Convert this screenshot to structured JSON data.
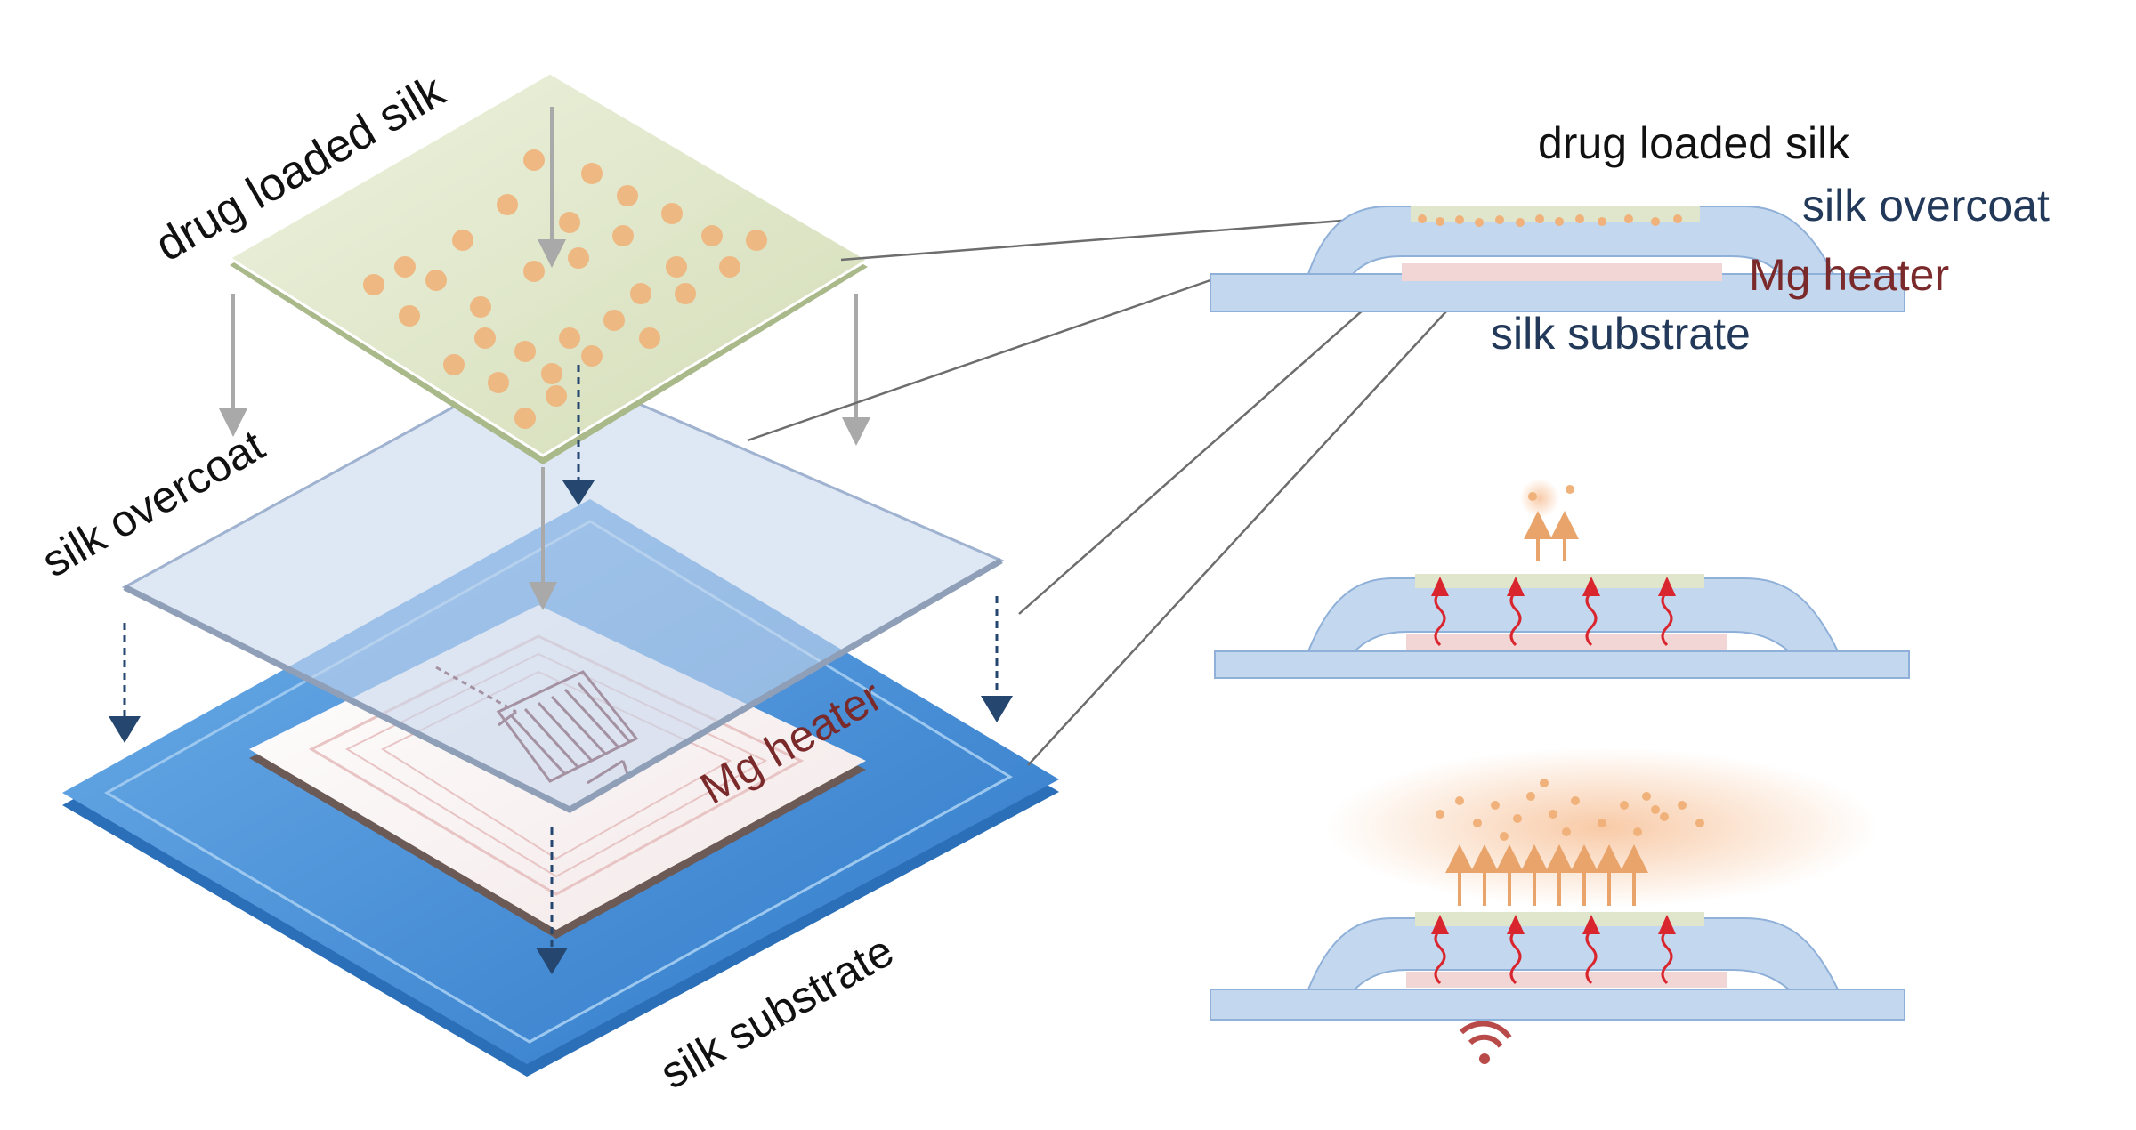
{
  "exploded_view": {
    "labels": {
      "drug_loaded_silk": "drug loaded silk",
      "silk_overcoat": "silk overcoat",
      "mg_heater": "Mg heater",
      "silk_substrate": "silk substrate"
    }
  },
  "cross_section": {
    "labels": {
      "drug_loaded_silk": "drug loaded silk",
      "silk_overcoat": "silk overcoat",
      "mg_heater": "Mg heater",
      "silk_substrate": "silk substrate"
    }
  },
  "colors": {
    "drug_layer": "#dfe6cc",
    "drug_dot": "#f0b27a",
    "overcoat": "#c8d7ec",
    "substrate": "#4a90d9",
    "substrate_dark": "#2f6fb5",
    "heater_pad": "#f2d6d6",
    "heater_text": "#7a2a2a",
    "arrow_gray": "#a9a9a9",
    "arrow_navy": "#24466f",
    "heat_red": "#d9262e",
    "release_arrow": "#e8a46a",
    "label_navy": "#22395a"
  },
  "icons": {
    "wireless": "wireless-signal-icon"
  }
}
